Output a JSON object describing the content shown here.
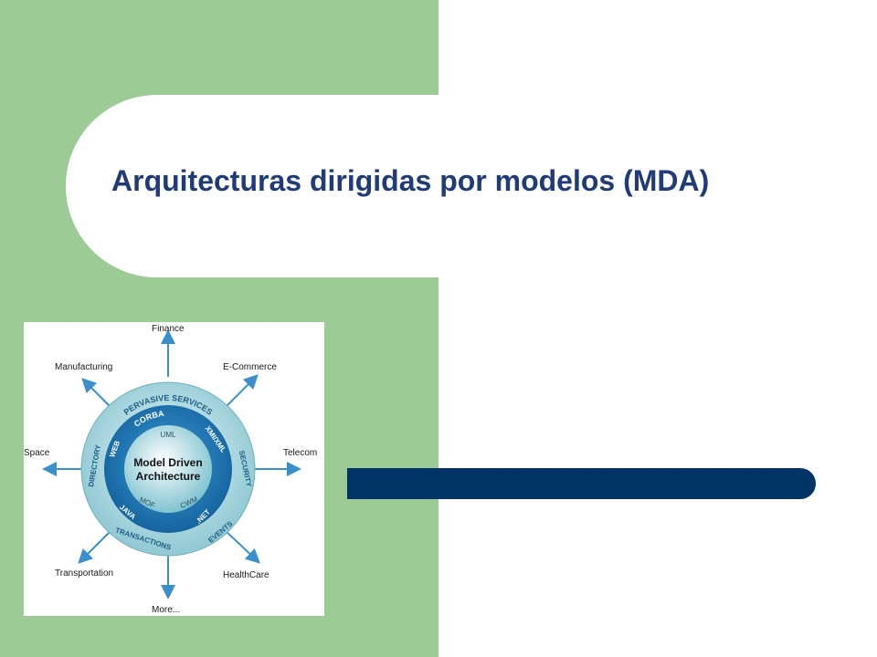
{
  "slide": {
    "title": "Arquitecturas dirigidas por modelos (MDA)"
  },
  "diagram": {
    "center": [
      "Model Driven",
      "Architecture"
    ],
    "inner_ring": [
      "UML",
      "MOF",
      "CWM"
    ],
    "middle_ring": [
      "CORBA",
      "XMI/XML",
      ".NET",
      "JAVA",
      "WEB"
    ],
    "outer_ring": [
      "PERVASIVE SERVICES",
      "SECURITY",
      "EVENTS",
      "TRANSACTIONS",
      "DIRECTORY"
    ],
    "domains": [
      "Finance",
      "E-Commerce",
      "Telecom",
      "HealthCare",
      "More...",
      "Transportation",
      "Space",
      "Manufacturing"
    ]
  },
  "colors": {
    "panel_green": "#9ccb95",
    "title_blue": "#1f3c78",
    "bar_navy": "#003366",
    "ring_outer": "#a9d6dd",
    "ring_middle": "#1b79b8",
    "arrow_blue": "#3a8fcc"
  }
}
